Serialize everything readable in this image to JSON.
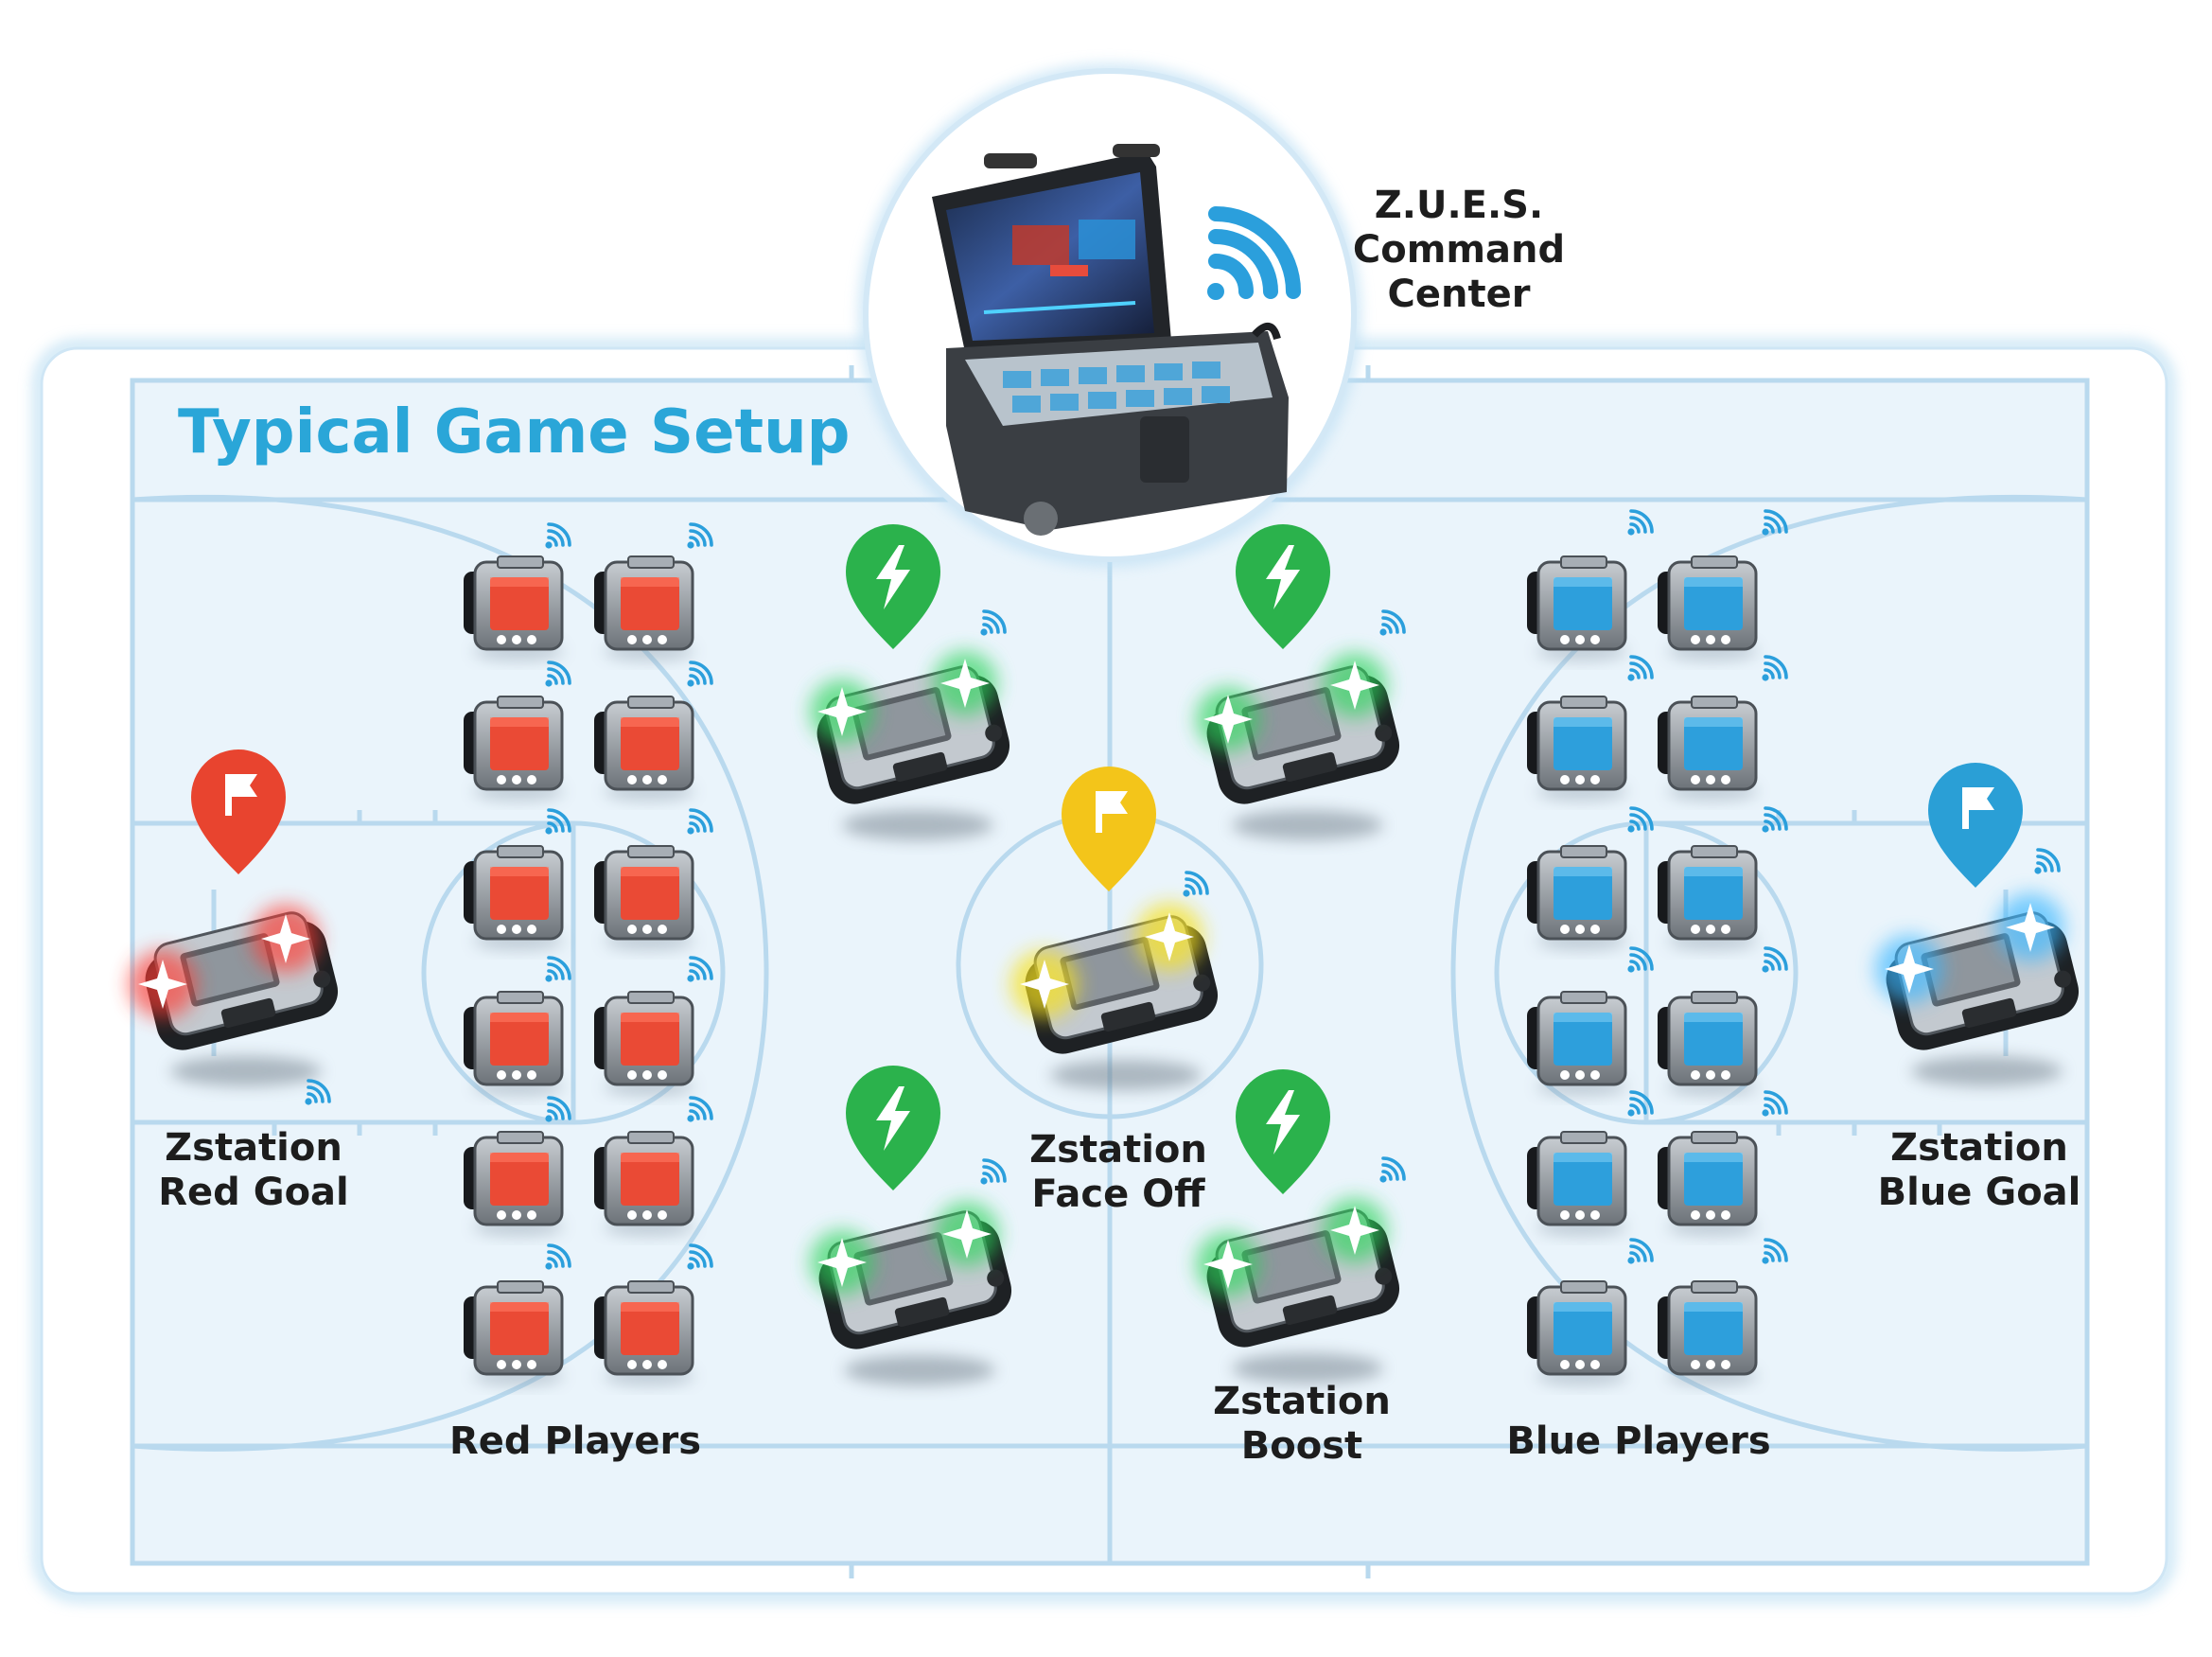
{
  "title": "Typical Game Setup",
  "command_center": {
    "line1": "Z.U.E.S.",
    "line2": "Command",
    "line3": "Center"
  },
  "labels": {
    "red_goal": {
      "line1": "Zstation",
      "line2": "Red Goal"
    },
    "blue_goal": {
      "line1": "Zstation",
      "line2": "Blue Goal"
    },
    "face_off": {
      "line1": "Zstation",
      "line2": "Face Off"
    },
    "boost": {
      "line1": "Zstation",
      "line2": "Boost"
    },
    "red_players": "Red Players",
    "blue_players": "Blue Players"
  },
  "colors": {
    "red_team": "#e8442f",
    "blue_team": "#2a9fd6",
    "boost_green": "#2bb24c",
    "faceoff_yellow": "#f3c51a",
    "court_line": "#b9d9ee",
    "court_fill": "#e9f4fb",
    "title_blue": "#2aa6d8"
  },
  "icons": {
    "goal_marker": "flag-pin-icon",
    "boost_marker": "lightning-pin-icon",
    "signal": "wifi-signal-icon",
    "station": "zstation-device-icon",
    "wearable": "player-wearable-icon",
    "command": "command-case-icon"
  }
}
